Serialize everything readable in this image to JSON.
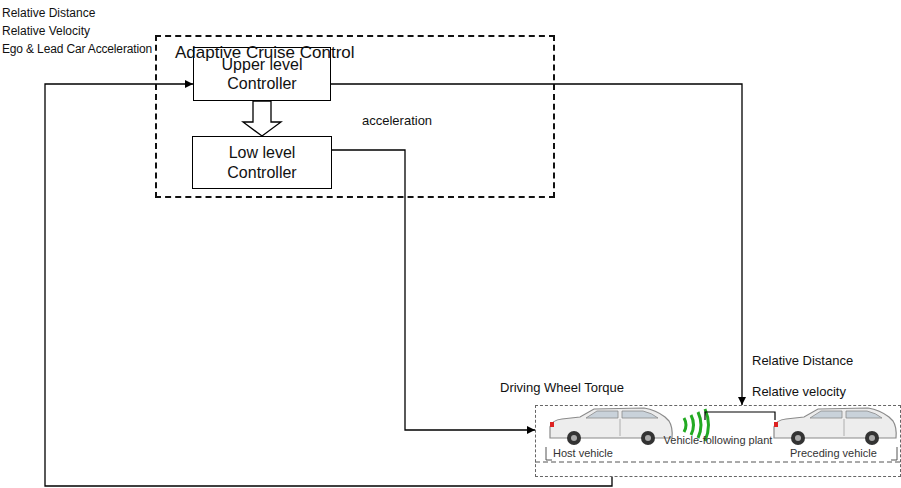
{
  "diagram": {
    "nodes": [
      {
        "text": [
          "Adaptive Cruise Control"
        ]
      },
      {
        "text": [
          "Upper level Controller"
        ],
        "in": 0
      },
      {
        "text": [
          "Low level Controller"
        ],
        "in": 0
      },
      {
        "text": [
          "Vehicle-following plant"
        ]
      }
    ],
    "edges": [
      {
        "from": 1,
        "to": 2,
        "arrow": "to",
        "label": "acceleration"
      },
      {
        "from": 2,
        "to": 3,
        "arrow": "to",
        "label": "Driving Wheel Torque"
      },
      {
        "from": 1,
        "to": 3,
        "arrow": "to"
      },
      {
        "from": 3,
        "to": 1,
        "arrow": "to"
      }
    ],
    "labels": [
      "Relative Distance",
      "Relative Velocity",
      "Ego & Lead Car Acceleration",
      "Relative Distance",
      "Relative velocity",
      "Host vehicle",
      "Preceding vehicle"
    ]
  }
}
